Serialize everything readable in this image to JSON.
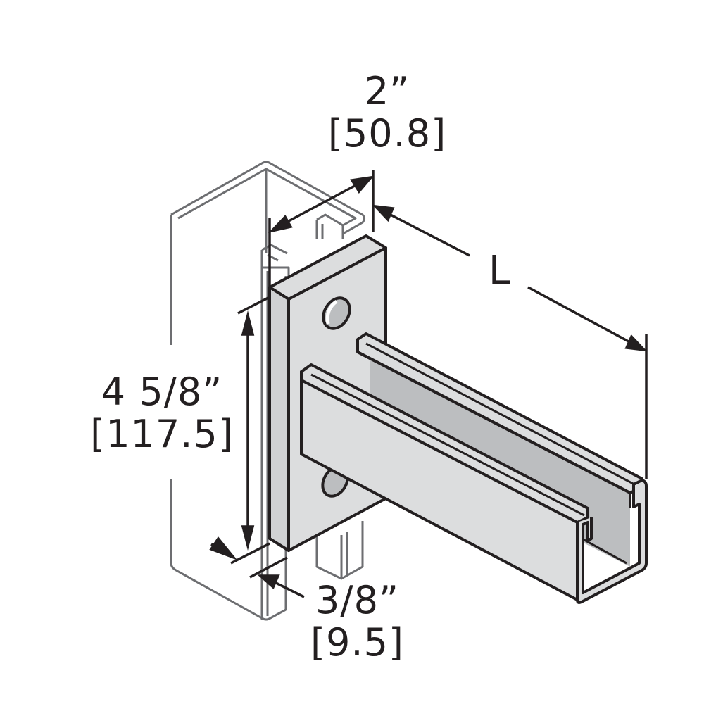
{
  "diagram": {
    "subject": "Strut channel cantilever bracket mounted on vertical strut",
    "colors": {
      "outline": "#231f20",
      "ghost_strut": "#6d6e71",
      "metal_face": "#dcddde",
      "metal_shadow": "#bcbec0",
      "background": "#ffffff"
    }
  },
  "dimensions": {
    "width": {
      "imperial": "2”",
      "metric": "[50.8]"
    },
    "length": {
      "label": "L"
    },
    "height": {
      "imperial": "4 5/8”",
      "metric": "[117.5]"
    },
    "thickness": {
      "imperial": "3/8”",
      "metric": "[9.5]"
    }
  }
}
